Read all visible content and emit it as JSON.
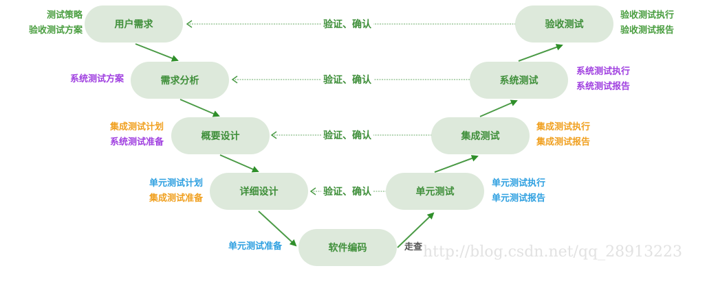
{
  "colors": {
    "green": "#3f8f3a",
    "purple": "#a040e0",
    "orange": "#f0a020",
    "blue": "#2fa0e0",
    "node_bg": "#dde9db"
  },
  "nodes": {
    "user_req": "用户需求",
    "req_analysis": "需求分析",
    "outline_design": "概要设计",
    "detail_design": "详细设计",
    "coding": "软件编码",
    "unit_test": "单元测试",
    "integration_test": "集成测试",
    "system_test": "系统测试",
    "acceptance_test": "验收测试"
  },
  "verify_label": "验证、确认",
  "walkthrough": "走查",
  "left_labels": {
    "user_req": [
      "测试策略",
      "验收测试方案"
    ],
    "req_analysis": [
      "系统测试方案"
    ],
    "outline_design": [
      "集成测试计划",
      "系统测试准备"
    ],
    "detail_design": [
      "单元测试计划",
      "集成测试准备"
    ],
    "coding": [
      "单元测试准备"
    ]
  },
  "right_labels": {
    "acceptance_test": [
      "验收测试执行",
      "验收测试报告"
    ],
    "system_test": [
      "系统测试执行",
      "系统测试报告"
    ],
    "integration_test": [
      "集成测试执行",
      "集成测试报告"
    ],
    "unit_test": [
      "单元测试执行",
      "单元测试报告"
    ]
  },
  "watermark": "http://blog.csdn.net/qq_28913223"
}
